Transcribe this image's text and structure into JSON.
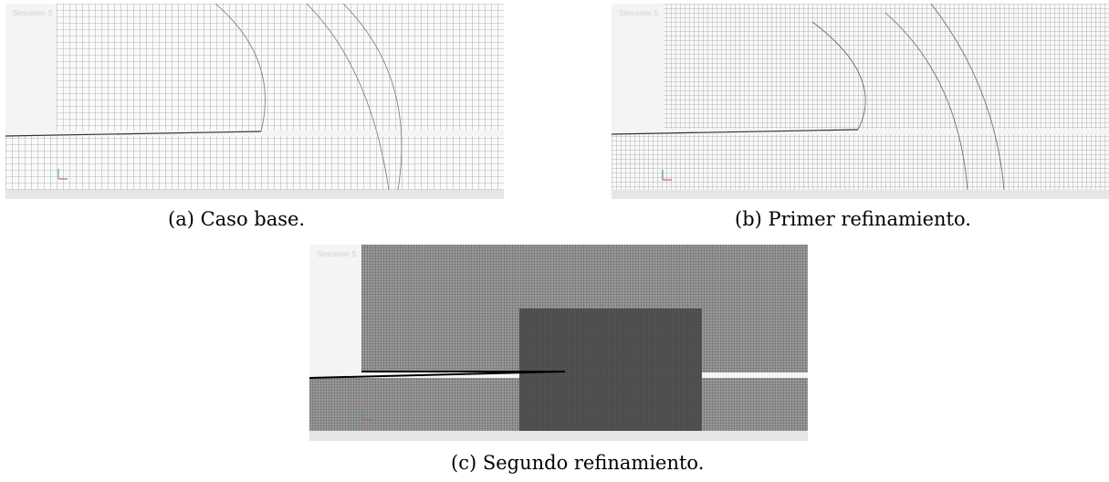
{
  "watermark": "Simcenter S",
  "panels": [
    {
      "key": "a",
      "caption": "(a) Caso base."
    },
    {
      "key": "b",
      "caption": "(b) Primer refinamiento."
    },
    {
      "key": "c",
      "caption": "(c) Segundo refinamiento."
    }
  ],
  "colors": {
    "mesh_fine": "#8a8a8a",
    "mesh_dense": "#555555",
    "background": "#f4f4f4",
    "wall": "#000000"
  }
}
